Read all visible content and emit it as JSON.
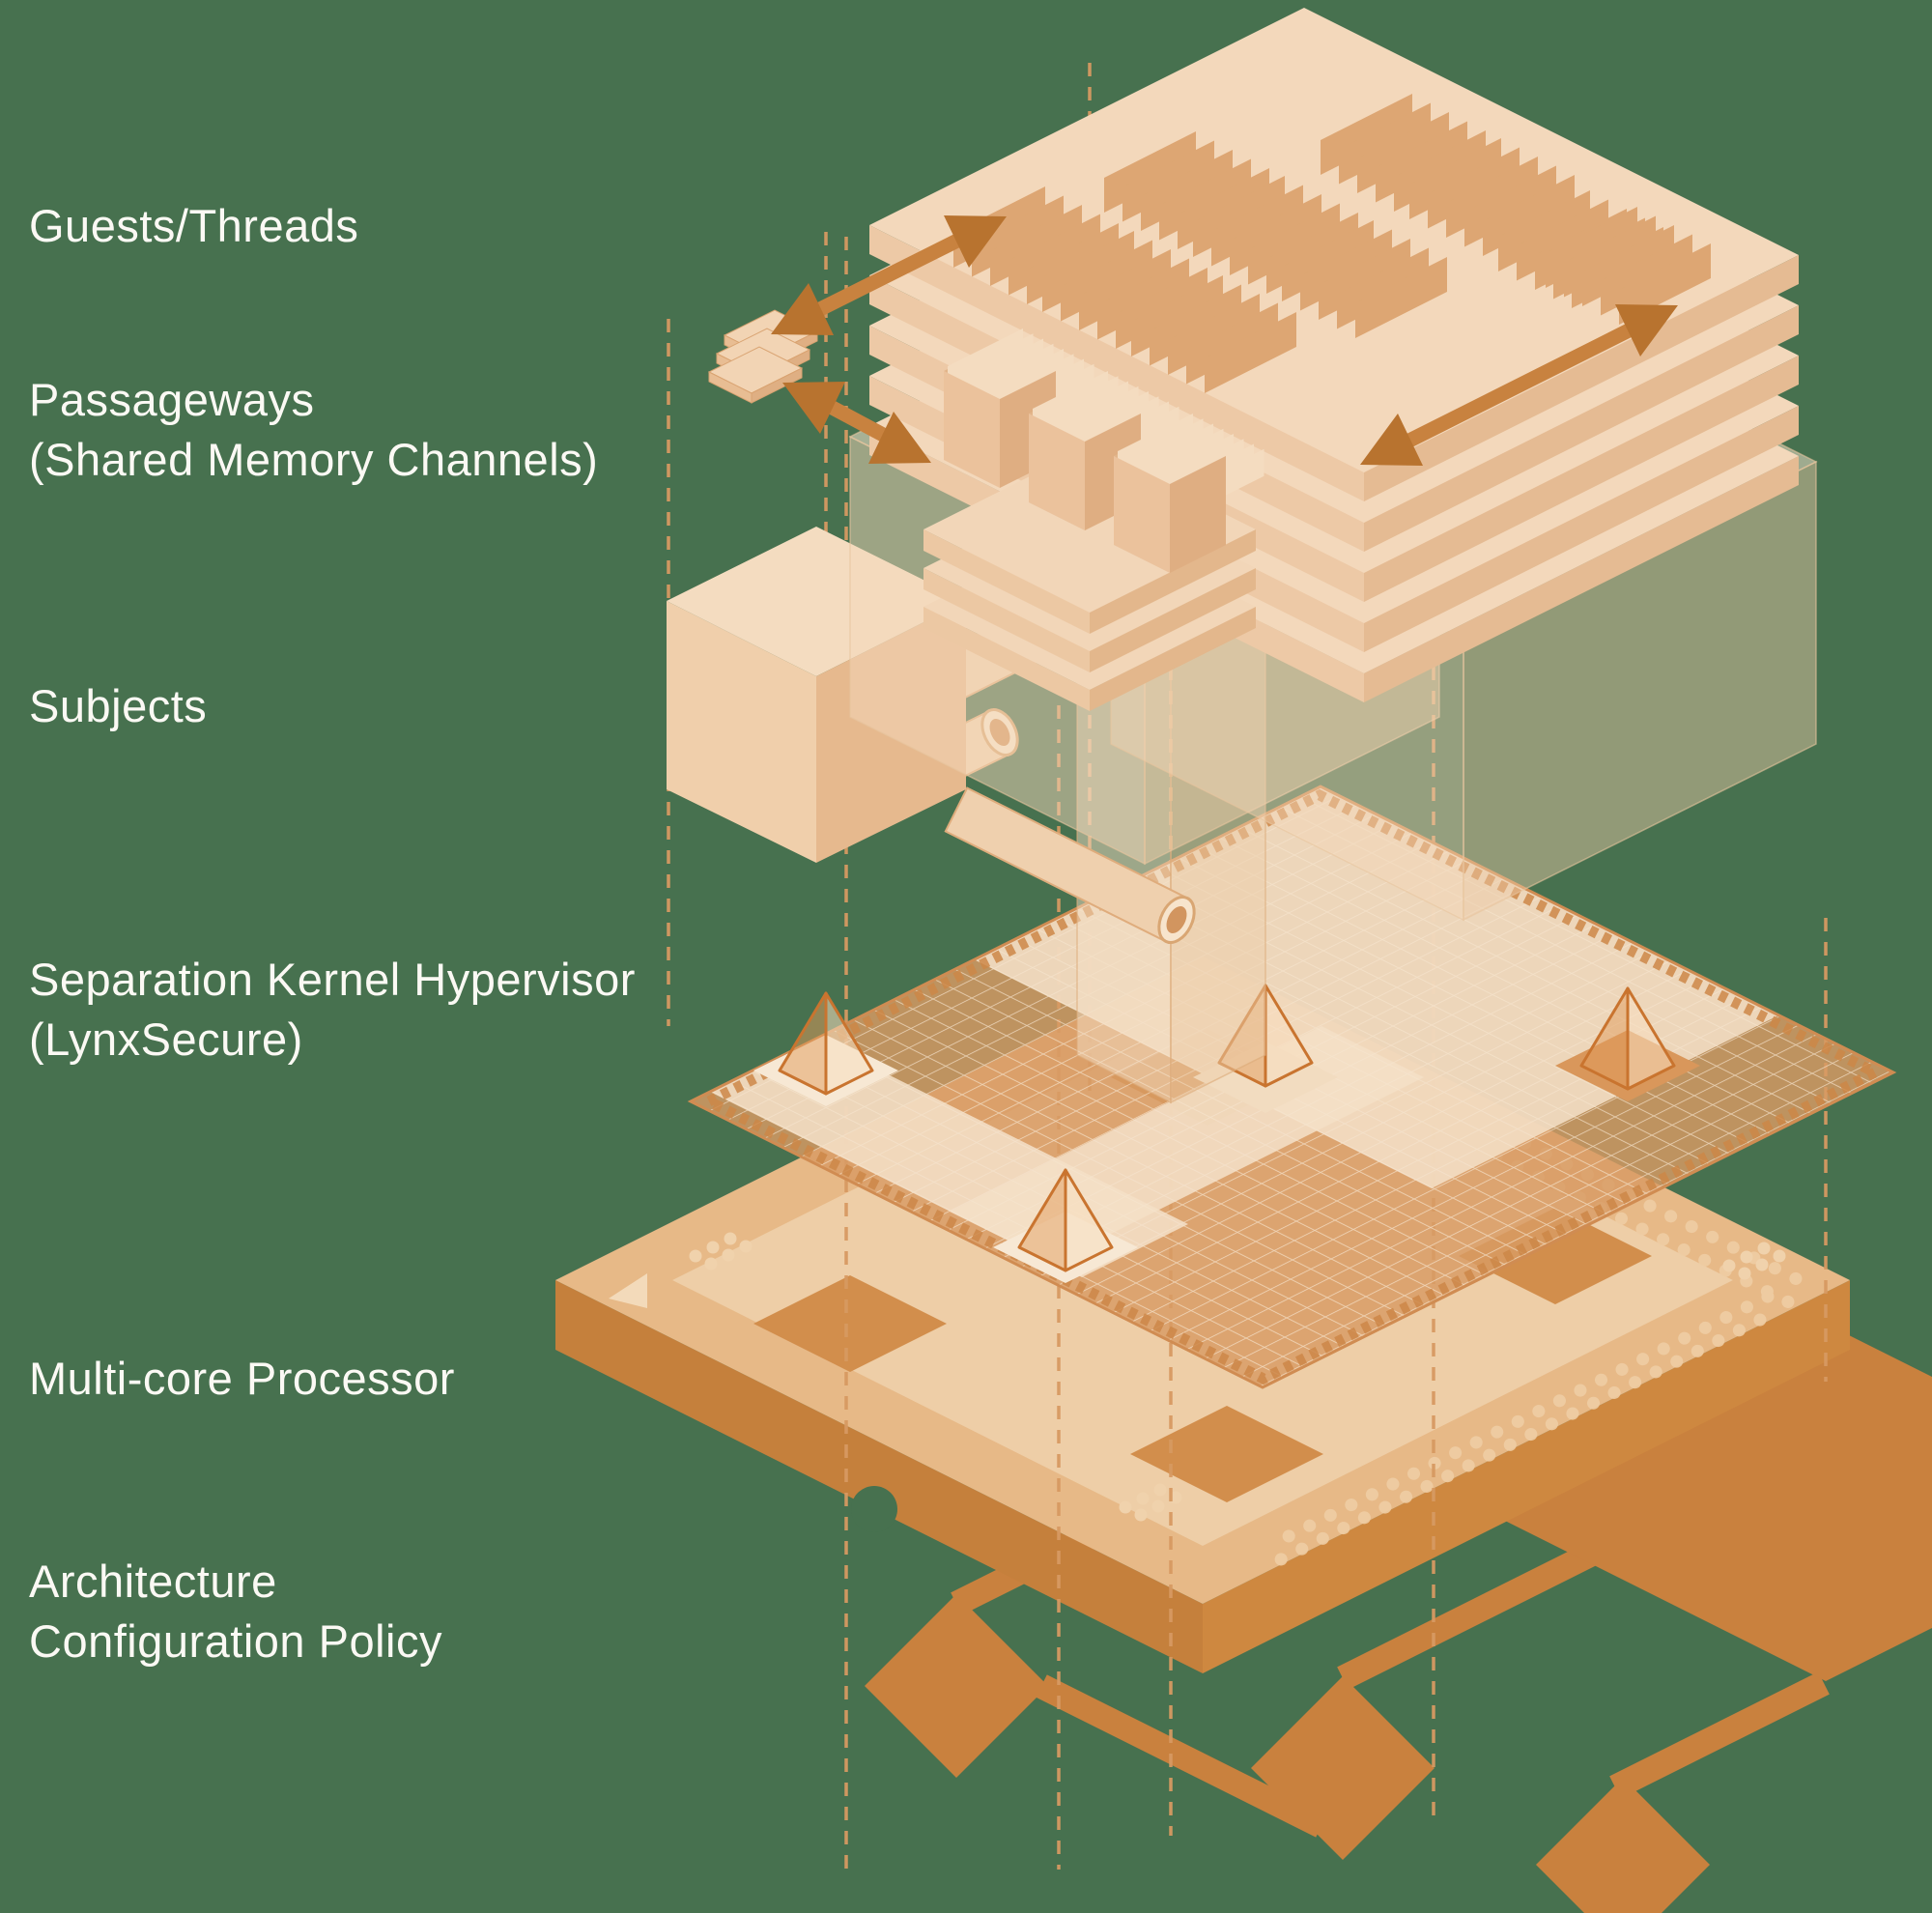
{
  "background_color": "#47714F",
  "text_color": "#FBF9F4",
  "palette": {
    "tan_lightest": "#F7E8D4",
    "tan_light": "#F3D8BB",
    "tan_mid": "#E8BD93",
    "tan_deep": "#DCA470",
    "orange": "#C8823F",
    "orange_deep": "#B8732F",
    "dashed_line": "#D79A62",
    "grid_fill": "#D89B64",
    "board_side": "#C5803C"
  },
  "layers": [
    {
      "key": "guests-threads",
      "lines": [
        "Guests/Threads"
      ]
    },
    {
      "key": "passageways",
      "lines": [
        "Passageways",
        "(Shared Memory Channels)"
      ]
    },
    {
      "key": "subjects",
      "lines": [
        "Subjects"
      ]
    },
    {
      "key": "separation-kernel-hypervisor",
      "lines": [
        "Separation Kernel Hypervisor",
        "(LynxSecure)"
      ]
    },
    {
      "key": "multi-core-processor",
      "lines": [
        "Multi-core Processor"
      ]
    },
    {
      "key": "architecture-configuration-policy",
      "lines": [
        "Architecture",
        "Configuration Policy"
      ]
    }
  ],
  "icons": [
    "guest-thread-board-stack-icon",
    "thread-fin-icon",
    "passageway-chip-icon",
    "double-arrow-icon",
    "subject-module-icon",
    "memory-pipe-icon",
    "hypervisor-grid-icon",
    "guard-pyramid-icon",
    "processor-board-icon",
    "policy-circuit-icon",
    "dashed-connector-icon"
  ]
}
